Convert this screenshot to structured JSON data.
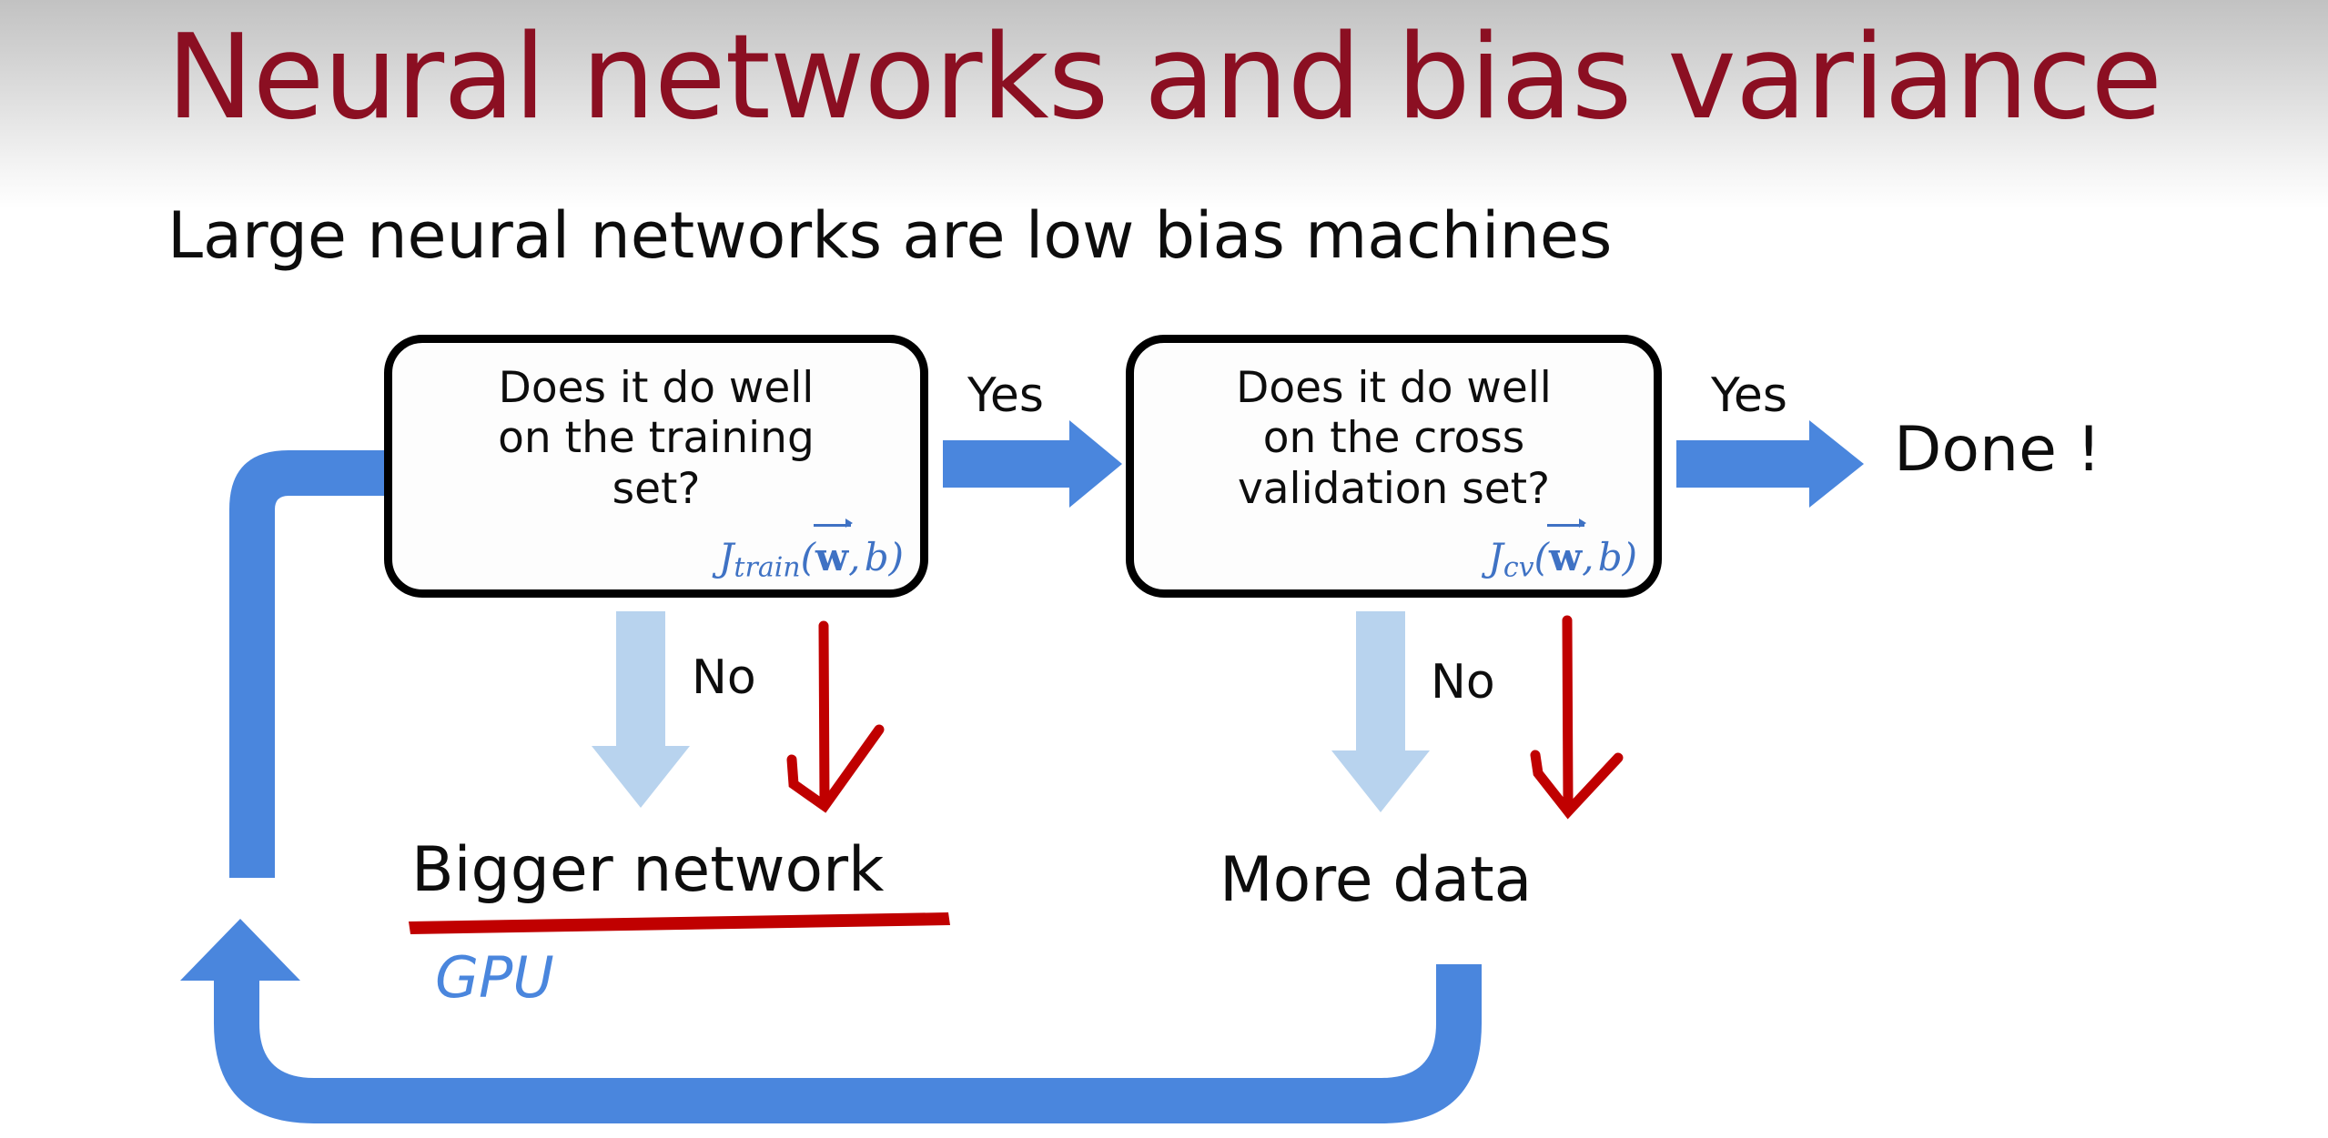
{
  "slide": {
    "title": "Neural networks and bias variance",
    "subtitle": "Large neural networks are low bias machines",
    "title_color": "#8b0f22",
    "background_gradient_top": "#c2c2c2",
    "background_gradient_bottom": "#ffffff"
  },
  "palette": {
    "arrow_blue": "#4a86dd",
    "arrow_pale_blue": "#b8d3ee",
    "annotation_red": "#c00000",
    "formula_blue": "#3f72c4",
    "box_border": "#000000",
    "text_black": "#0d0d0d"
  },
  "flowchart": {
    "boxes": [
      {
        "id": "train",
        "question": "Does it do well\non the training\nset?",
        "question_line1": "Does it do well",
        "question_line2": "on the training",
        "question_line3": "set?",
        "formula_j": "J",
        "formula_sub": "train",
        "formula_args_open": "(",
        "formula_vec": "w",
        "formula_comma": ",",
        "formula_b": "b",
        "formula_args_close": ")"
      },
      {
        "id": "cv",
        "question": "Does it do well\non the cross\nvalidation set?",
        "question_line1": "Does it do well",
        "question_line2": "on the cross",
        "question_line3": "validation set?",
        "formula_j": "J",
        "formula_sub": "cv",
        "formula_args_open": "(",
        "formula_vec": "w",
        "formula_comma": ",",
        "formula_b": "b",
        "formula_args_close": ")"
      }
    ],
    "edge_labels": {
      "yes_train_to_cv": "Yes",
      "yes_cv_to_done": "Yes",
      "no_train": "No",
      "no_cv": "No"
    },
    "outcomes": {
      "done": "Done !",
      "bigger_network": "Bigger network",
      "more_data": "More data"
    },
    "annotations": {
      "gpu": "GPU"
    }
  }
}
